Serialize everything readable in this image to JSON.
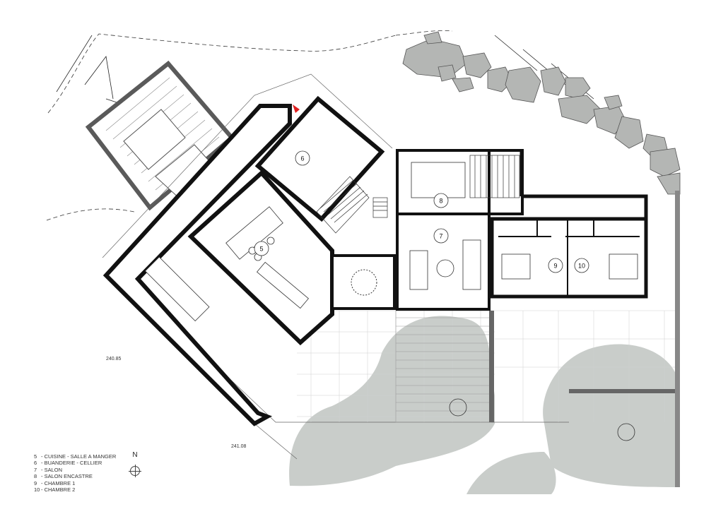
{
  "legend": [
    {
      "num": "5",
      "label": "- CUISINE - SALLE A MANGER"
    },
    {
      "num": "6",
      "label": "- BUANDERIE - CELLIER"
    },
    {
      "num": "7",
      "label": "- SALON"
    },
    {
      "num": "8",
      "label": "- SALON ENCASTRE"
    },
    {
      "num": "9",
      "label": "- CHAMBRE 1"
    },
    {
      "num": "10",
      "label": "- CHAMBRE 2"
    }
  ],
  "north_label": "N",
  "elevations": {
    "e1": "240.85",
    "e2": "241.08"
  },
  "rooms": {
    "r5": "5",
    "r6": "6",
    "r7": "7",
    "r8": "8",
    "r9": "9",
    "r10": "10"
  },
  "colors": {
    "wall": "#111111",
    "trees": "#c9cdca",
    "rocks": "#b4b6b4",
    "garage": "#5a5a5a",
    "entry_marker": "#e02020"
  }
}
